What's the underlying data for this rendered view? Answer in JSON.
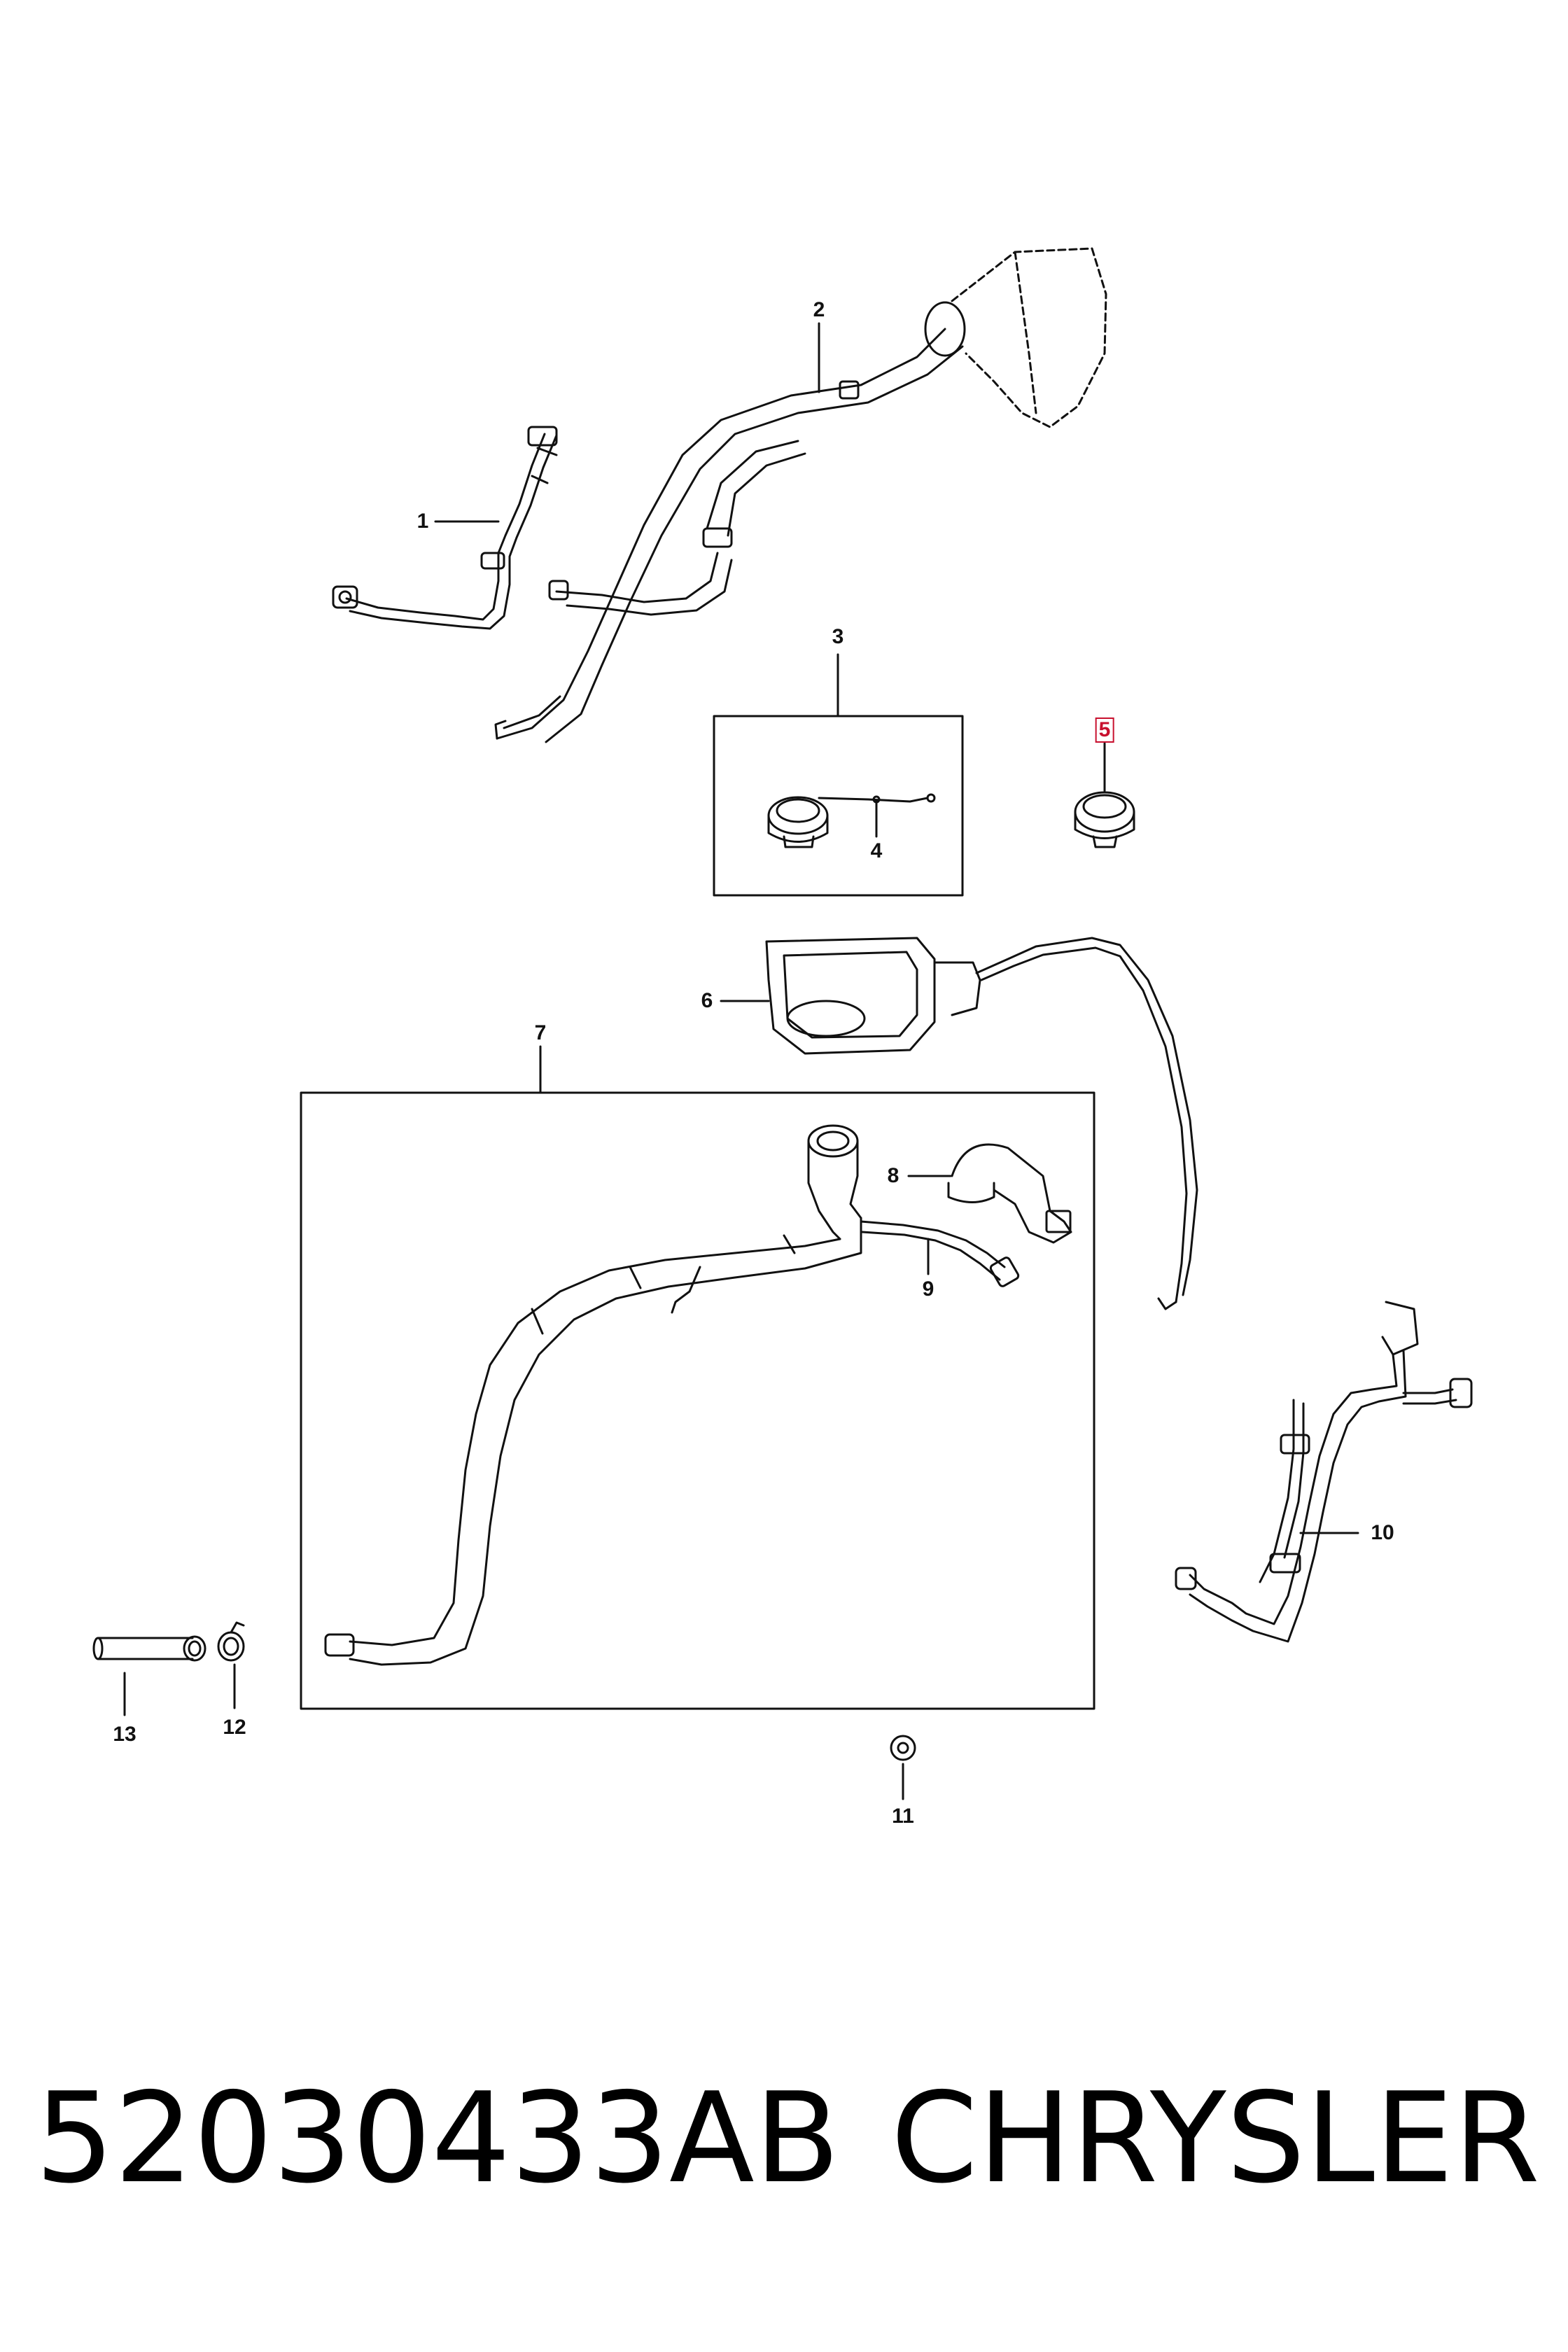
{
  "callouts": {
    "c1": "1",
    "c2": "2",
    "c3": "3",
    "c4": "4",
    "c5": "5",
    "c6": "6",
    "c7": "7",
    "c8": "8",
    "c9": "9",
    "c10": "10",
    "c11": "11",
    "c12": "12",
    "c13": "13"
  },
  "highlighted_callout": "5",
  "highlight_color": "#c8102e",
  "footer": {
    "part_number": "52030433AB",
    "brand": "CHRYSLER"
  }
}
